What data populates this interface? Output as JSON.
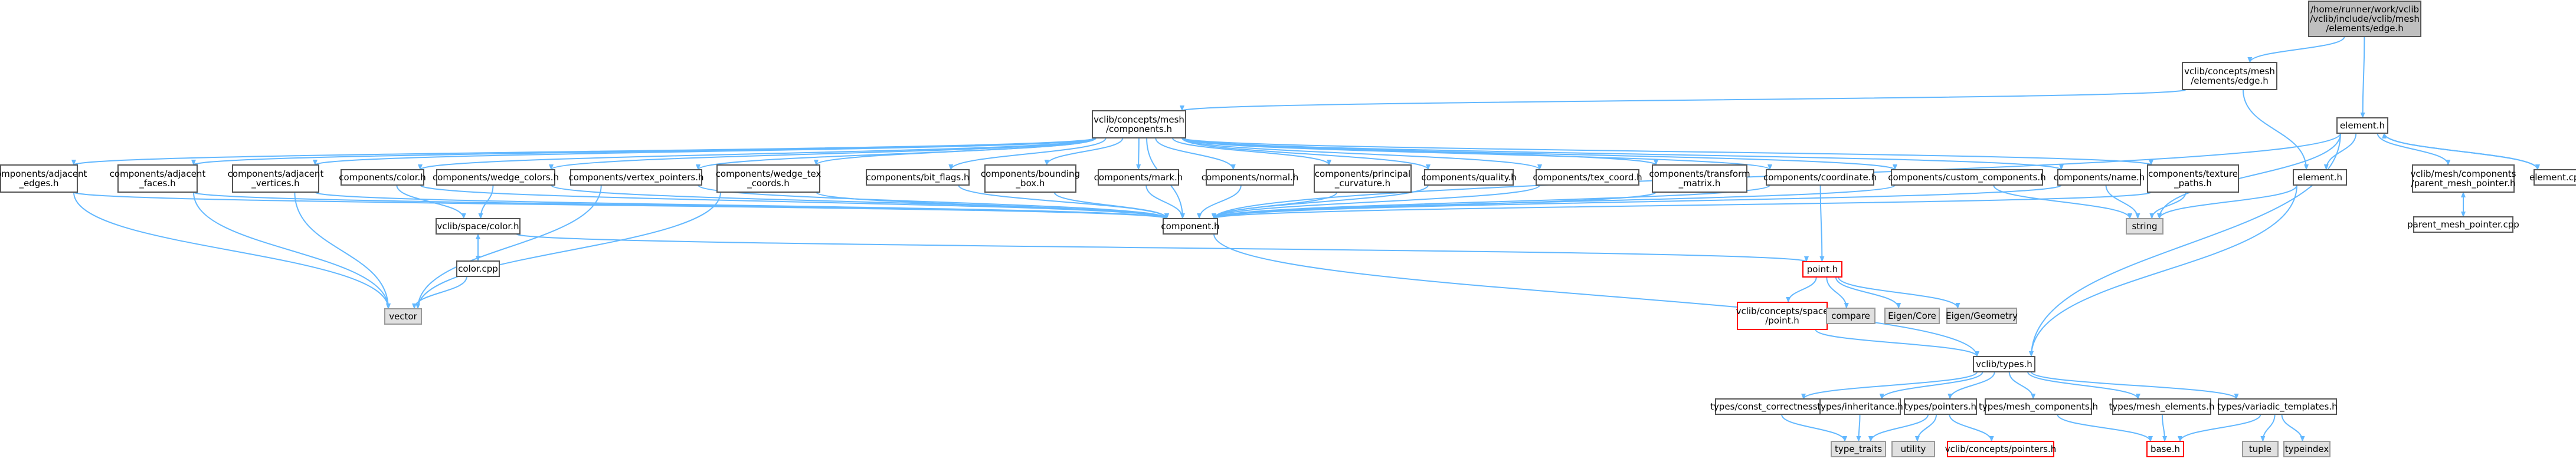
{
  "colors": {
    "edge": "#63b8ff",
    "node_fill": "#ffffff",
    "node_border": "#555555",
    "root_fill": "#bfbfbf",
    "system_fill": "#e0e0e0",
    "system_border": "#999999",
    "truncated_border": "#ff0000"
  },
  "nodes": [
    {
      "id": "root",
      "lines": [
        "/home/runner/work/vclib",
        "/vclib/include/vclib/mesh",
        "/elements/edge.h"
      ],
      "style": "root"
    },
    {
      "id": "concepts_edge",
      "lines": [
        "vclib/concepts/mesh",
        "/elements/edge.h"
      ],
      "style": "normal"
    },
    {
      "id": "element_h_top",
      "lines": [
        "element.h"
      ],
      "style": "normal"
    },
    {
      "id": "concepts_components",
      "lines": [
        "vclib/concepts/mesh",
        "/components.h"
      ],
      "style": "normal"
    },
    {
      "id": "adj_edges",
      "lines": [
        "components/adjacent",
        "_edges.h"
      ],
      "style": "normal"
    },
    {
      "id": "adj_faces",
      "lines": [
        "components/adjacent",
        "_faces.h"
      ],
      "style": "normal"
    },
    {
      "id": "adj_vertices",
      "lines": [
        "components/adjacent",
        "_vertices.h"
      ],
      "style": "normal"
    },
    {
      "id": "comp_color",
      "lines": [
        "components/color.h"
      ],
      "style": "normal"
    },
    {
      "id": "wedge_colors",
      "lines": [
        "components/wedge_colors.h"
      ],
      "style": "normal"
    },
    {
      "id": "vertex_pointers",
      "lines": [
        "components/vertex_pointers.h"
      ],
      "style": "normal"
    },
    {
      "id": "wedge_tex",
      "lines": [
        "components/wedge_tex",
        "_coords.h"
      ],
      "style": "normal"
    },
    {
      "id": "bit_flags",
      "lines": [
        "components/bit_flags.h"
      ],
      "style": "normal"
    },
    {
      "id": "bounding_box",
      "lines": [
        "components/bounding",
        "_box.h"
      ],
      "style": "normal"
    },
    {
      "id": "mark",
      "lines": [
        "components/mark.h"
      ],
      "style": "normal"
    },
    {
      "id": "normal",
      "lines": [
        "components/normal.h"
      ],
      "style": "normal"
    },
    {
      "id": "principal_curv",
      "lines": [
        "components/principal",
        "_curvature.h"
      ],
      "style": "normal"
    },
    {
      "id": "quality",
      "lines": [
        "components/quality.h"
      ],
      "style": "normal"
    },
    {
      "id": "tex_coord",
      "lines": [
        "components/tex_coord.h"
      ],
      "style": "normal"
    },
    {
      "id": "transform",
      "lines": [
        "components/transform",
        "_matrix.h"
      ],
      "style": "normal"
    },
    {
      "id": "coordinate",
      "lines": [
        "components/coordinate.h"
      ],
      "style": "normal"
    },
    {
      "id": "custom_comp",
      "lines": [
        "components/custom_components.h"
      ],
      "style": "normal"
    },
    {
      "id": "name",
      "lines": [
        "components/name.h"
      ],
      "style": "normal"
    },
    {
      "id": "tex_paths",
      "lines": [
        "components/texture",
        "_paths.h"
      ],
      "style": "normal"
    },
    {
      "id": "element_h_mid",
      "lines": [
        "element.h"
      ],
      "style": "normal"
    },
    {
      "id": "parent_mesh_ptr",
      "lines": [
        "vclib/mesh/components",
        "/parent_mesh_pointer.h"
      ],
      "style": "normal"
    },
    {
      "id": "element_cpp",
      "lines": [
        "element.cpp"
      ],
      "style": "normal"
    },
    {
      "id": "parent_mesh_cpp",
      "lines": [
        "parent_mesh_pointer.cpp"
      ],
      "style": "normal"
    },
    {
      "id": "component_h",
      "lines": [
        "component.h"
      ],
      "style": "normal"
    },
    {
      "id": "space_color",
      "lines": [
        "vclib/space/color.h"
      ],
      "style": "normal"
    },
    {
      "id": "color_cpp",
      "lines": [
        "color.cpp"
      ],
      "style": "normal"
    },
    {
      "id": "vector",
      "lines": [
        "vector"
      ],
      "style": "system"
    },
    {
      "id": "string",
      "lines": [
        "string"
      ],
      "style": "system"
    },
    {
      "id": "point_h",
      "lines": [
        "point.h"
      ],
      "style": "truncated"
    },
    {
      "id": "concepts_space_point",
      "lines": [
        "vclib/concepts/space",
        "/point.h"
      ],
      "style": "truncated"
    },
    {
      "id": "compare",
      "lines": [
        "compare"
      ],
      "style": "system"
    },
    {
      "id": "eigen_core",
      "lines": [
        "Eigen/Core"
      ],
      "style": "system"
    },
    {
      "id": "eigen_geometry",
      "lines": [
        "Eigen/Geometry"
      ],
      "style": "system"
    },
    {
      "id": "types_h",
      "lines": [
        "vclib/types.h"
      ],
      "style": "normal"
    },
    {
      "id": "const_correct",
      "lines": [
        "types/const_correctness.h"
      ],
      "style": "normal"
    },
    {
      "id": "inheritance",
      "lines": [
        "types/inheritance.h"
      ],
      "style": "normal"
    },
    {
      "id": "pointers",
      "lines": [
        "types/pointers.h"
      ],
      "style": "normal"
    },
    {
      "id": "mesh_components",
      "lines": [
        "types/mesh_components.h"
      ],
      "style": "normal"
    },
    {
      "id": "mesh_elements",
      "lines": [
        "types/mesh_elements.h"
      ],
      "style": "normal"
    },
    {
      "id": "variadic",
      "lines": [
        "types/variadic_templates.h"
      ],
      "style": "normal"
    },
    {
      "id": "type_traits",
      "lines": [
        "type_traits"
      ],
      "style": "system"
    },
    {
      "id": "utility",
      "lines": [
        "utility"
      ],
      "style": "system"
    },
    {
      "id": "concepts_pointers",
      "lines": [
        "vclib/concepts/pointers.h"
      ],
      "style": "truncated"
    },
    {
      "id": "base_h",
      "lines": [
        "base.h"
      ],
      "style": "truncated"
    },
    {
      "id": "tuple",
      "lines": [
        "tuple"
      ],
      "style": "system"
    },
    {
      "id": "typeindex",
      "lines": [
        "typeindex"
      ],
      "style": "system"
    }
  ],
  "edges": [
    [
      "root",
      "concepts_edge"
    ],
    [
      "root",
      "element_h_top"
    ],
    [
      "concepts_edge",
      "concepts_components"
    ],
    [
      "concepts_edge",
      "element_h_mid"
    ],
    [
      "concepts_components",
      "adj_edges"
    ],
    [
      "concepts_components",
      "adj_faces"
    ],
    [
      "concepts_components",
      "adj_vertices"
    ],
    [
      "concepts_components",
      "comp_color"
    ],
    [
      "concepts_components",
      "wedge_colors"
    ],
    [
      "concepts_components",
      "vertex_pointers"
    ],
    [
      "concepts_components",
      "wedge_tex"
    ],
    [
      "concepts_components",
      "bit_flags"
    ],
    [
      "concepts_components",
      "bounding_box"
    ],
    [
      "concepts_components",
      "mark"
    ],
    [
      "concepts_components",
      "normal"
    ],
    [
      "concepts_components",
      "principal_curv"
    ],
    [
      "concepts_components",
      "quality"
    ],
    [
      "concepts_components",
      "tex_coord"
    ],
    [
      "concepts_components",
      "transform"
    ],
    [
      "concepts_components",
      "coordinate"
    ],
    [
      "concepts_components",
      "custom_comp"
    ],
    [
      "concepts_components",
      "name"
    ],
    [
      "concepts_components",
      "tex_paths"
    ],
    [
      "concepts_components",
      "component_h"
    ],
    [
      "element_h_top",
      "element_h_mid"
    ],
    [
      "element_h_top",
      "parent_mesh_ptr"
    ],
    [
      "element_h_top",
      "element_cpp"
    ],
    [
      "element_h_top",
      "component_h"
    ],
    [
      "element_h_top",
      "types_h"
    ],
    [
      "element_h_top",
      "string"
    ],
    [
      "element_cpp",
      "element_h_top"
    ],
    [
      "parent_mesh_ptr",
      "parent_mesh_cpp"
    ],
    [
      "parent_mesh_cpp",
      "parent_mesh_ptr"
    ],
    [
      "element_h_mid",
      "string"
    ],
    [
      "element_h_mid",
      "types_h"
    ],
    [
      "adj_edges",
      "component_h"
    ],
    [
      "adj_edges",
      "vector"
    ],
    [
      "adj_faces",
      "component_h"
    ],
    [
      "adj_faces",
      "vector"
    ],
    [
      "adj_vertices",
      "component_h"
    ],
    [
      "adj_vertices",
      "vector"
    ],
    [
      "comp_color",
      "component_h"
    ],
    [
      "comp_color",
      "space_color"
    ],
    [
      "wedge_colors",
      "component_h"
    ],
    [
      "wedge_colors",
      "space_color"
    ],
    [
      "vertex_pointers",
      "component_h"
    ],
    [
      "vertex_pointers",
      "vector"
    ],
    [
      "wedge_tex",
      "component_h"
    ],
    [
      "wedge_tex",
      "vector"
    ],
    [
      "bit_flags",
      "component_h"
    ],
    [
      "bounding_box",
      "component_h"
    ],
    [
      "mark",
      "component_h"
    ],
    [
      "normal",
      "component_h"
    ],
    [
      "principal_curv",
      "component_h"
    ],
    [
      "quality",
      "component_h"
    ],
    [
      "tex_coord",
      "component_h"
    ],
    [
      "transform",
      "component_h"
    ],
    [
      "coordinate",
      "component_h"
    ],
    [
      "coordinate",
      "point_h"
    ],
    [
      "custom_comp",
      "component_h"
    ],
    [
      "custom_comp",
      "string"
    ],
    [
      "name",
      "component_h"
    ],
    [
      "name",
      "string"
    ],
    [
      "tex_paths",
      "component_h"
    ],
    [
      "tex_paths",
      "string"
    ],
    [
      "space_color",
      "point_h"
    ],
    [
      "space_color",
      "color_cpp"
    ],
    [
      "color_cpp",
      "space_color"
    ],
    [
      "color_cpp",
      "vector"
    ],
    [
      "component_h",
      "types_h"
    ],
    [
      "point_h",
      "concepts_space_point"
    ],
    [
      "point_h",
      "compare"
    ],
    [
      "point_h",
      "eigen_core"
    ],
    [
      "point_h",
      "eigen_geometry"
    ],
    [
      "concepts_space_point",
      "types_h"
    ],
    [
      "types_h",
      "const_correct"
    ],
    [
      "types_h",
      "inheritance"
    ],
    [
      "types_h",
      "pointers"
    ],
    [
      "types_h",
      "mesh_components"
    ],
    [
      "types_h",
      "mesh_elements"
    ],
    [
      "types_h",
      "variadic"
    ],
    [
      "const_correct",
      "type_traits"
    ],
    [
      "inheritance",
      "type_traits"
    ],
    [
      "pointers",
      "type_traits"
    ],
    [
      "pointers",
      "utility"
    ],
    [
      "pointers",
      "concepts_pointers"
    ],
    [
      "mesh_components",
      "base_h"
    ],
    [
      "mesh_elements",
      "base_h"
    ],
    [
      "variadic",
      "base_h"
    ],
    [
      "variadic",
      "tuple"
    ],
    [
      "variadic",
      "typeindex"
    ]
  ]
}
